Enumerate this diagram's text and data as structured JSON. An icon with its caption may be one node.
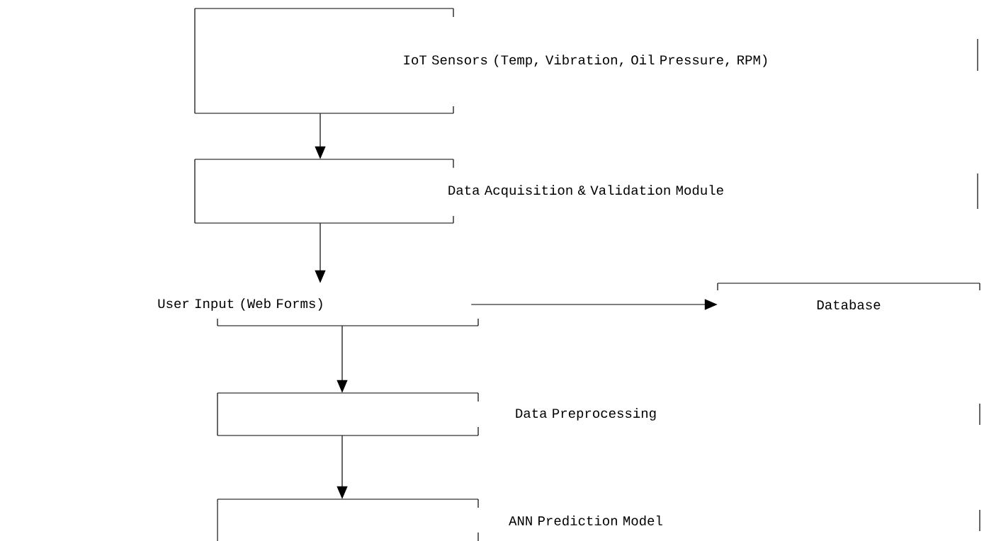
{
  "diagram": {
    "nodes": [
      {
        "text": [
          "IoT Sensors (Temp, Vibration, Oil Pressure, RPM)"
        ]
      },
      {
        "text": [
          "Data Acquisition & Validation Module"
        ]
      },
      {
        "text": [
          "User Input (Web Forms)"
        ]
      },
      {
        "text": [
          "Database"
        ]
      },
      {
        "text": [
          "Data Preprocessing"
        ]
      },
      {
        "text": [
          "ANN Prediction Model"
        ]
      }
    ],
    "edges": [
      {
        "from": 0,
        "to": 1,
        "arrow": "to"
      },
      {
        "from": 1,
        "to": 2,
        "arrow": "to"
      },
      {
        "from": 2,
        "to": 3,
        "arrow": "to"
      },
      {
        "from": 2,
        "to": 4,
        "arrow": "to"
      },
      {
        "from": 4,
        "to": 5,
        "arrow": "to"
      }
    ]
  }
}
